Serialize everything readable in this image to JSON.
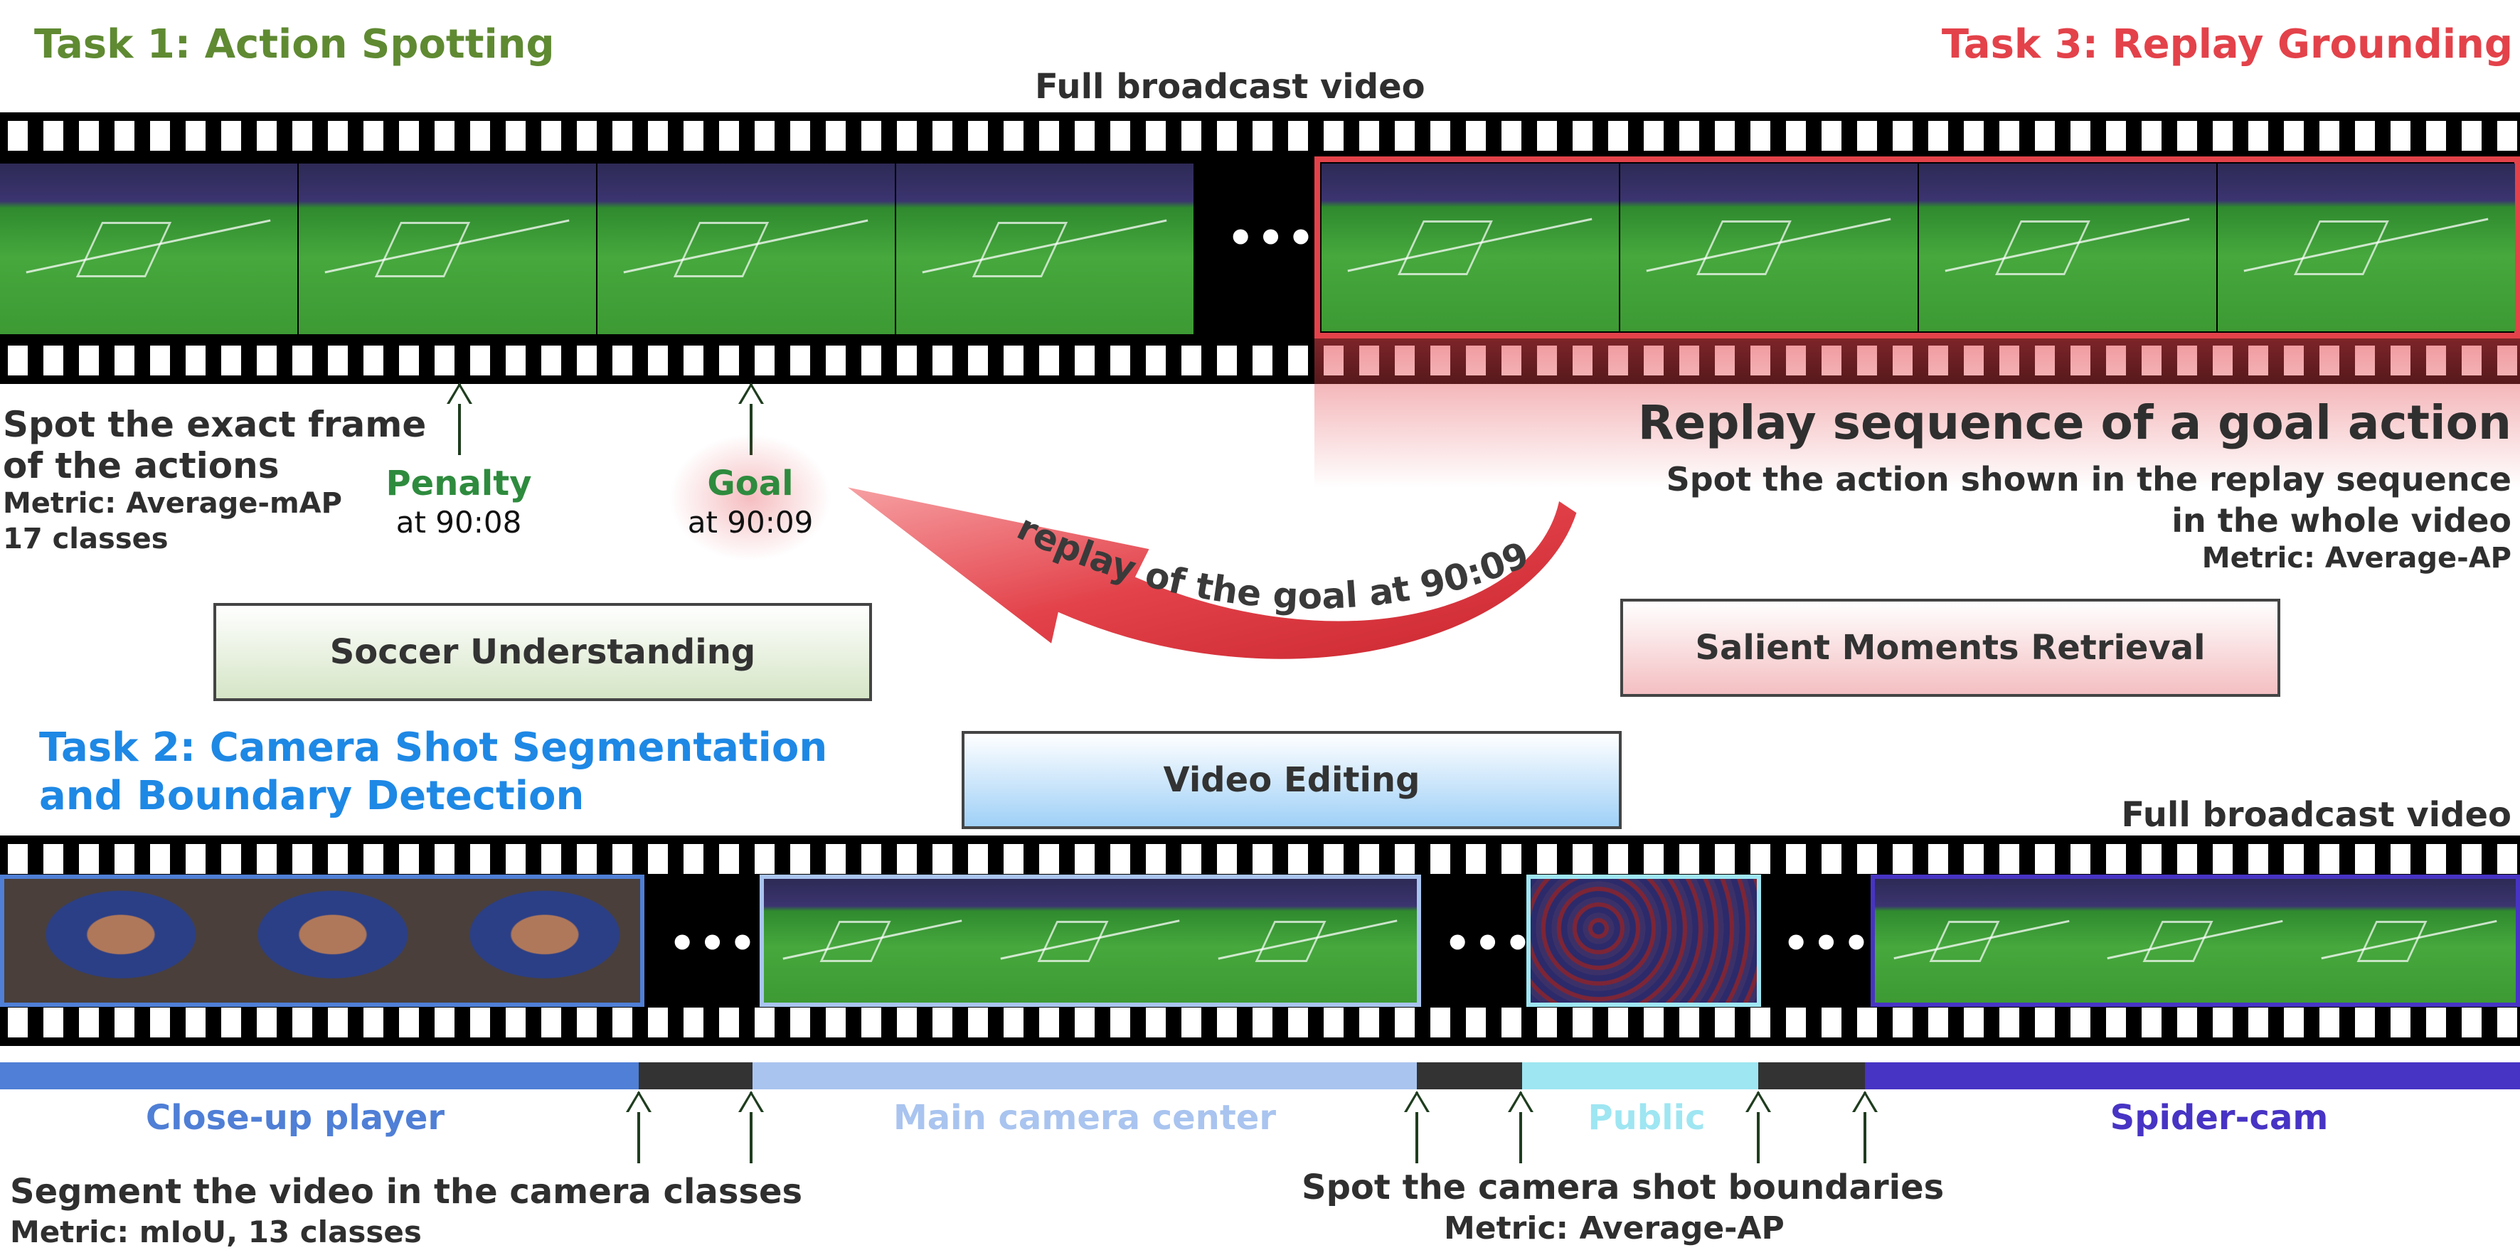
{
  "task1": {
    "title": "Task 1: Action Spotting",
    "desc_line1": "Spot the exact frame",
    "desc_line2": "of the actions",
    "metric": "Metric: Average-mAP",
    "classes": "17 classes",
    "penalty_label": "Penalty",
    "penalty_time": "at 90:08",
    "goal_label": "Goal",
    "goal_time": "at 90:09"
  },
  "task3": {
    "title": "Task 3: Replay Grounding",
    "heading": "Replay sequence of a goal action",
    "desc_line1": "Spot the action shown in the replay sequence",
    "desc_line2": "in the whole video",
    "metric": "Metric: Average-AP",
    "arrow_text": "replay of the goal at 90:09"
  },
  "task2": {
    "title_line1": "Task 2: Camera Shot Segmentation",
    "title_line2": "and Boundary Detection",
    "seg_desc": "Segment the video in the camera classes",
    "seg_metric": "Metric: mIoU, 13 classes",
    "bound_desc": "Spot the camera shot boundaries",
    "bound_metric": "Metric: Average-AP"
  },
  "film": {
    "top_label": "Full broadcast video",
    "bottom_label": "Full broadcast video",
    "ellipsis": "•••"
  },
  "applications": {
    "soccer": "Soccer Understanding",
    "salient": "Salient Moments Retrieval",
    "editing": "Video Editing"
  },
  "segments": {
    "closeup": "Close-up player",
    "main": "Main camera center",
    "public": "Public",
    "spider": "Spider-cam"
  },
  "colors": {
    "task1": "#5f8a32",
    "task2": "#1e88e5",
    "task3": "#e3424a",
    "closeup": "#4f7fd6",
    "main": "#a9c4ef",
    "public": "#9ee6f2",
    "spider": "#4734c4",
    "gap": "#333333"
  }
}
